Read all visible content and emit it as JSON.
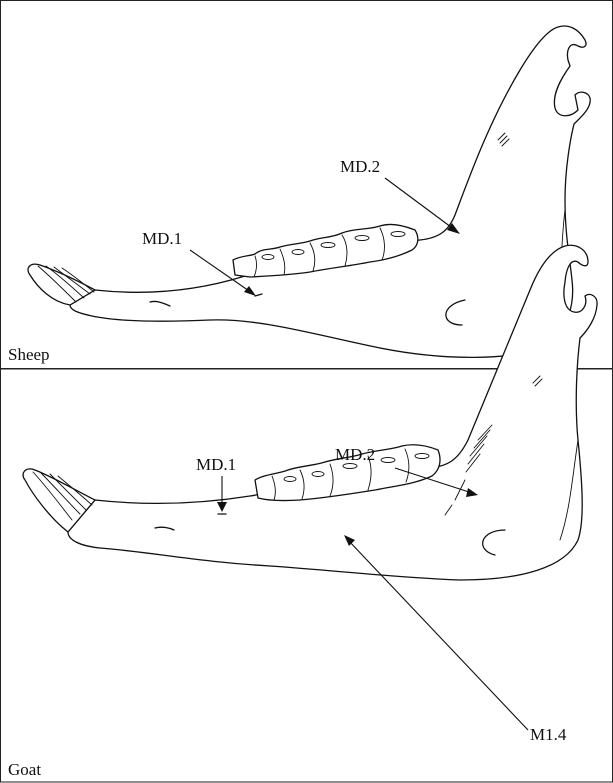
{
  "panels": [
    {
      "name": "Sheep",
      "labels": {
        "md1": "MD.1",
        "md2": "MD.2"
      }
    },
    {
      "name": "Goat",
      "labels": {
        "md1": "MD.1",
        "md2": "MD.2",
        "m14": "M1.4"
      }
    }
  ]
}
